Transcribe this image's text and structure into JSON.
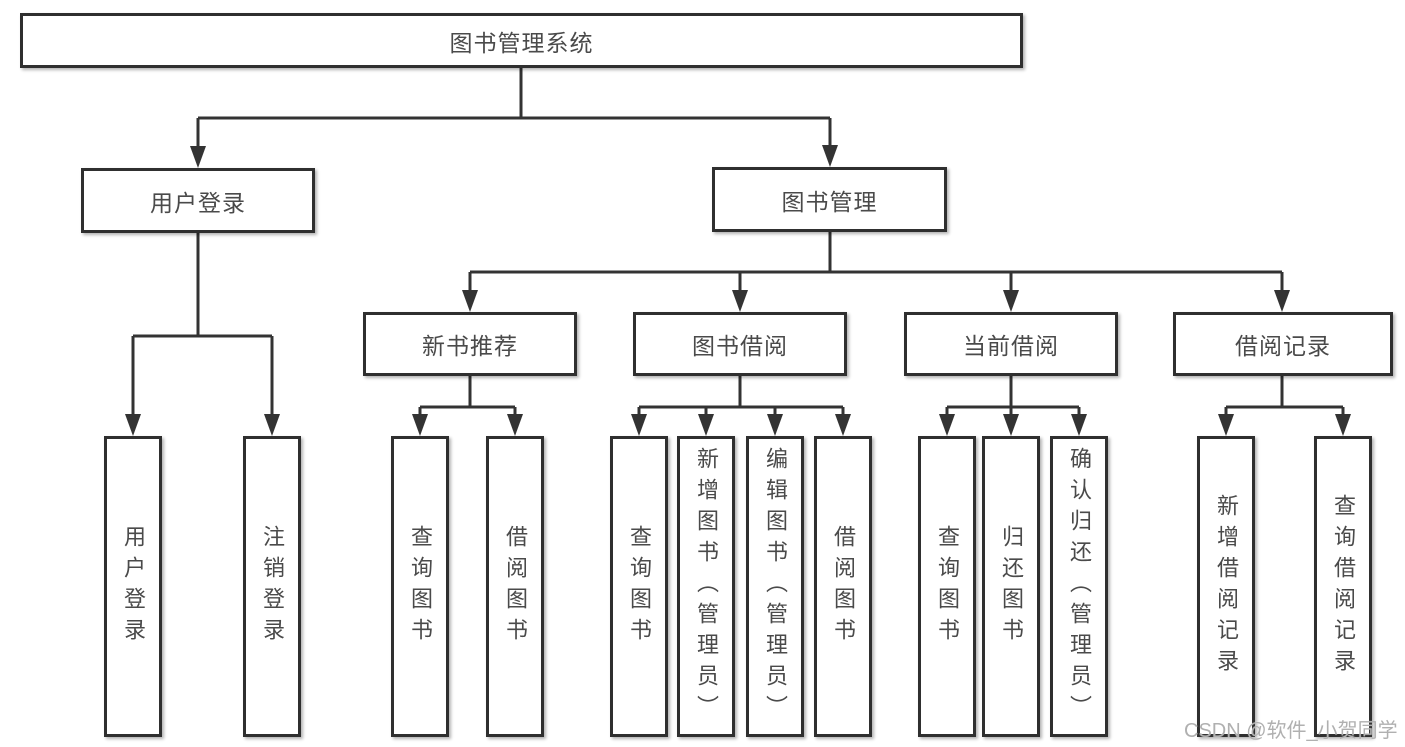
{
  "tree": {
    "root": {
      "label": "图书管理系统"
    },
    "branches": [
      {
        "label": "用户登录",
        "children": [
          {
            "label": "用户登录"
          },
          {
            "label": "注销登录"
          }
        ]
      },
      {
        "label": "图书管理",
        "children": [
          {
            "label": "新书推荐",
            "children": [
              {
                "label": "查询图书"
              },
              {
                "label": "借阅图书"
              }
            ]
          },
          {
            "label": "图书借阅",
            "children": [
              {
                "label": "查询图书"
              },
              {
                "label": "新增图书（管理员）"
              },
              {
                "label": "编辑图书（管理员）"
              },
              {
                "label": "借阅图书"
              }
            ]
          },
          {
            "label": "当前借阅",
            "children": [
              {
                "label": "查询图书"
              },
              {
                "label": "归还图书"
              },
              {
                "label": "确认归还（管理员）"
              }
            ]
          },
          {
            "label": "借阅记录",
            "children": [
              {
                "label": "新增借阅记录"
              },
              {
                "label": "查询借阅记录"
              }
            ]
          }
        ]
      }
    ]
  },
  "watermark": {
    "text": "CSDN @软件_小贺同学"
  },
  "colors": {
    "line": "#333333",
    "box_border": "#2f2f2f",
    "box_fill": "#ffffff",
    "text": "#4a4a4a",
    "watermark": "#b0b0b0",
    "background": "#ffffff"
  }
}
